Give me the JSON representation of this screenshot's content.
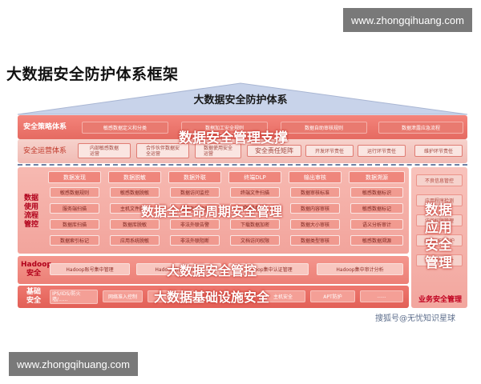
{
  "watermark": "www.zhongqihuang.com",
  "title": "大数据安全防护体系框架",
  "roof_title": "大数据安全防护体系",
  "policy": {
    "label": "安全策略体系",
    "items": [
      "敏感数据定义和分类",
      "数据加工安全规则",
      "数据自助审核规则",
      "数据泄露应急流程"
    ]
  },
  "ops": {
    "label": "安全运营体系",
    "items": [
      "内部敏感数据\n运营",
      "合作伙伴数据安\n全运营",
      "数据使用安全\n运营",
      "安全责任矩阵",
      "开发环节责任",
      "运行环节责任",
      "维护环节责任"
    ]
  },
  "overlays": {
    "support": "数据安全管理支撑",
    "lifecycle": "数据全生命周期安全管理",
    "hadoop": "大数据安全管控",
    "infra": "大数据基础设施安全",
    "app": [
      "数据",
      "应用",
      "安全",
      "管理"
    ]
  },
  "flow": {
    "label": [
      "数据",
      "使用",
      "流程",
      "管控"
    ],
    "columns": [
      {
        "header": "数据发现",
        "items": [
          "敏感数据规则",
          "服务端扫描",
          "数据库扫描",
          "数据索引标记"
        ]
      },
      {
        "header": "数据脱敏",
        "items": [
          "敏感数据脱敏",
          "主机文件脱敏",
          "数据库脱敏",
          "应用系统脱敏"
        ]
      },
      {
        "header": "数据外联",
        "items": [
          "数据访问监控",
          "非法外联检测",
          "非法外联告警",
          "非法外联阻断"
        ]
      },
      {
        "header": "终端DLP",
        "items": [
          "终端文件扫描",
          "文档标记",
          "下载数据加密",
          "文档访问权限"
        ]
      },
      {
        "header": "输出审核",
        "items": [
          "数据审核标准",
          "数据内容审核",
          "数据大小审核",
          "数据类型审核"
        ]
      },
      {
        "header": "数据溯源",
        "items": [
          "敏感数据标识",
          "敏感数据标记",
          "语义分析审计",
          "敏感数据溯源"
        ]
      }
    ]
  },
  "hadoop": {
    "label": [
      "Hadoop",
      "安全"
    ],
    "items": [
      "Hadoop账号集中管理",
      "Hadoop访问集中授权",
      "Hadoop集中认证管理",
      "Hadoop集中审计分析"
    ]
  },
  "infra": {
    "label": [
      "基础",
      "安全"
    ],
    "items": [
      "IPS/IDS/防火墙/......",
      "网络准入控制",
      "数据分级保护",
      "主机安全",
      "APT防护",
      "......"
    ]
  },
  "app": {
    "items": [
      "不良信息管控",
      "应用程序检测",
      "访问权限管理",
      "应用WEB防护",
      "数据使用审计"
    ],
    "label": "业务安全管理"
  },
  "source": "搜狐号@无忧知识星球"
}
